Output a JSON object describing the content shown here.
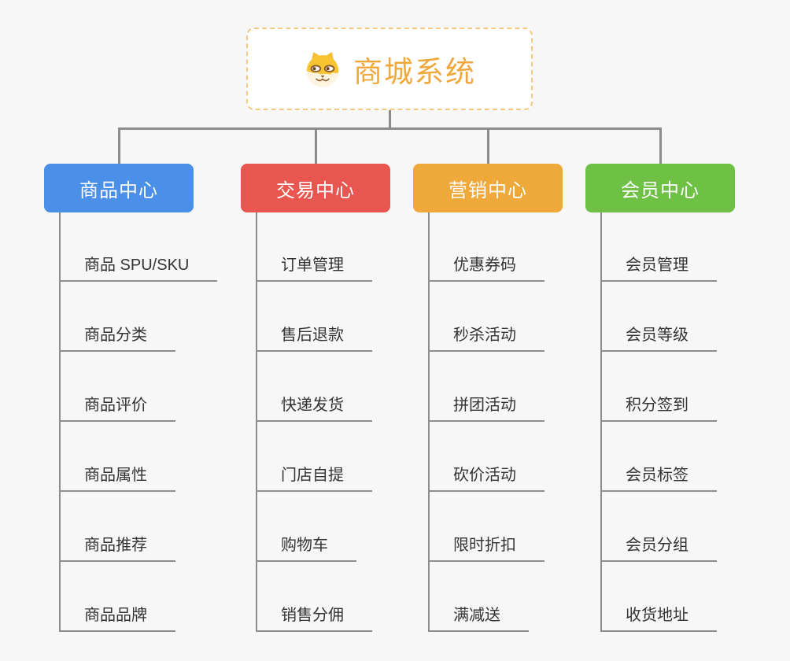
{
  "root": {
    "title": "商城系统",
    "title_color": "#F0A73C",
    "border_color": "#F6C883",
    "icon": "dog-face-icon"
  },
  "colors": {
    "background": "#F7F7F7",
    "connector": "#8C8C8C",
    "leaf_underline": "#8E8E8E",
    "leaf_text": "#333333"
  },
  "branches": [
    {
      "label": "商品中心",
      "color": "#4B90E8",
      "children": [
        "商品 SPU/SKU",
        "商品分类",
        "商品评价",
        "商品属性",
        "商品推荐",
        "商品品牌"
      ]
    },
    {
      "label": "交易中心",
      "color": "#E8564F",
      "children": [
        "订单管理",
        "售后退款",
        "快递发货",
        "门店自提",
        "购物车",
        "销售分佣"
      ]
    },
    {
      "label": "营销中心",
      "color": "#EFA93A",
      "children": [
        "优惠券码",
        "秒杀活动",
        "拼团活动",
        "砍价活动",
        "限时折扣",
        "满减送"
      ]
    },
    {
      "label": "会员中心",
      "color": "#6FC145",
      "children": [
        "会员管理",
        "会员等级",
        "积分签到",
        "会员标签",
        "会员分组",
        "收货地址"
      ]
    }
  ]
}
